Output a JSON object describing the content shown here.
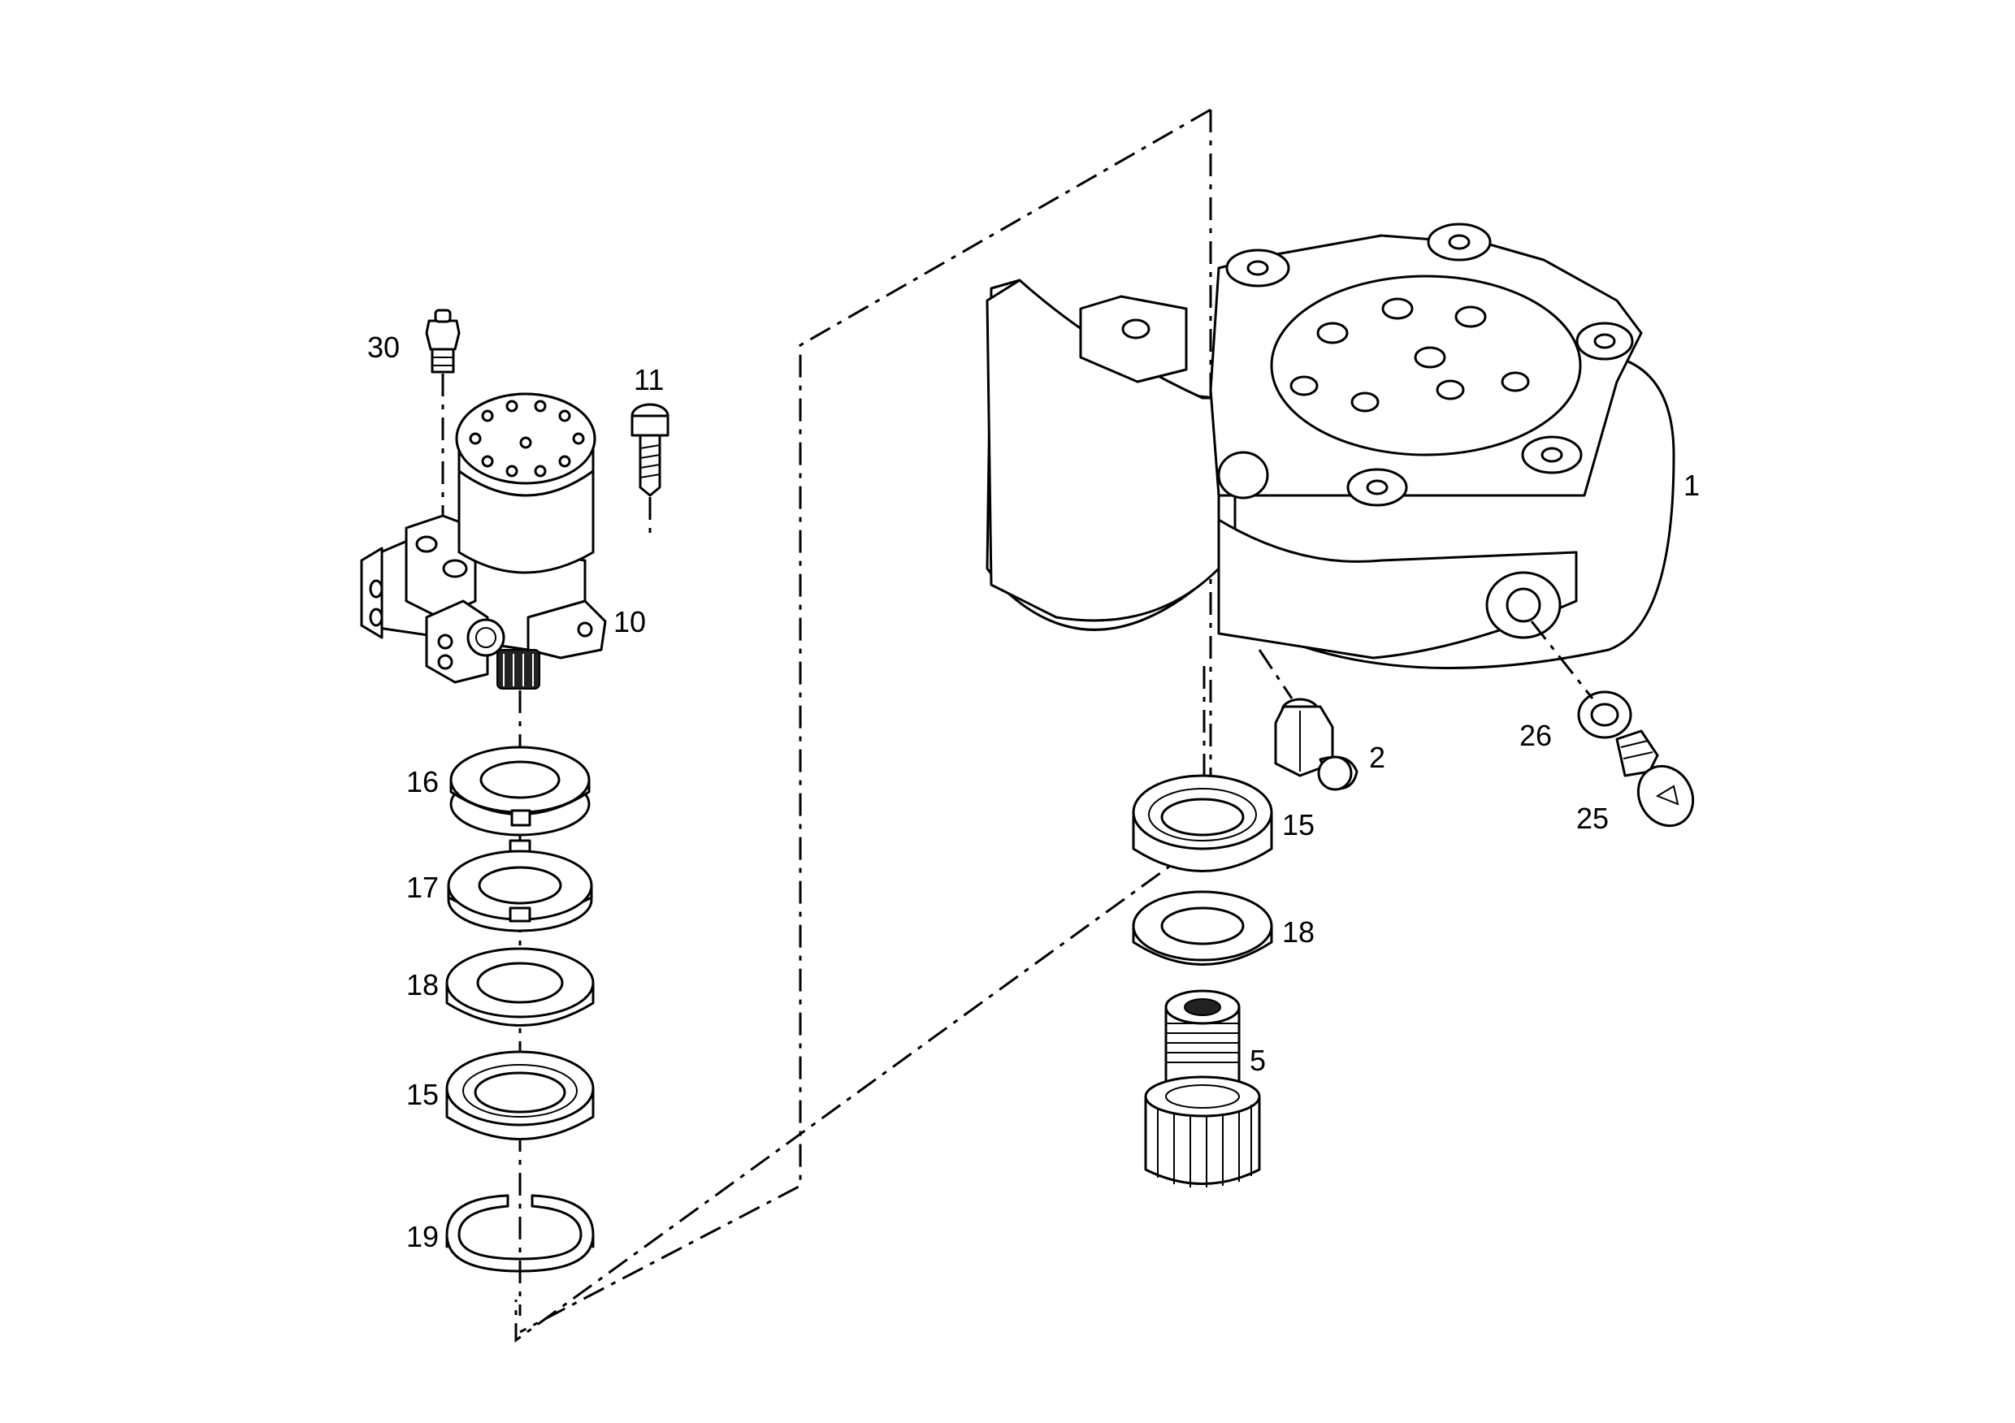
{
  "diagram": {
    "callouts": [
      {
        "id": "c30",
        "text": "30"
      },
      {
        "id": "c11",
        "text": "11"
      },
      {
        "id": "c10",
        "text": "10"
      },
      {
        "id": "c16",
        "text": "16"
      },
      {
        "id": "c17",
        "text": "17"
      },
      {
        "id": "c18a",
        "text": "18"
      },
      {
        "id": "c15a",
        "text": "15"
      },
      {
        "id": "c19",
        "text": "19"
      },
      {
        "id": "c1",
        "text": "1"
      },
      {
        "id": "c2",
        "text": "2"
      },
      {
        "id": "c26",
        "text": "26"
      },
      {
        "id": "c25",
        "text": "25"
      },
      {
        "id": "c15b",
        "text": "15"
      },
      {
        "id": "c18b",
        "text": "18"
      },
      {
        "id": "c5",
        "text": "5"
      }
    ]
  }
}
